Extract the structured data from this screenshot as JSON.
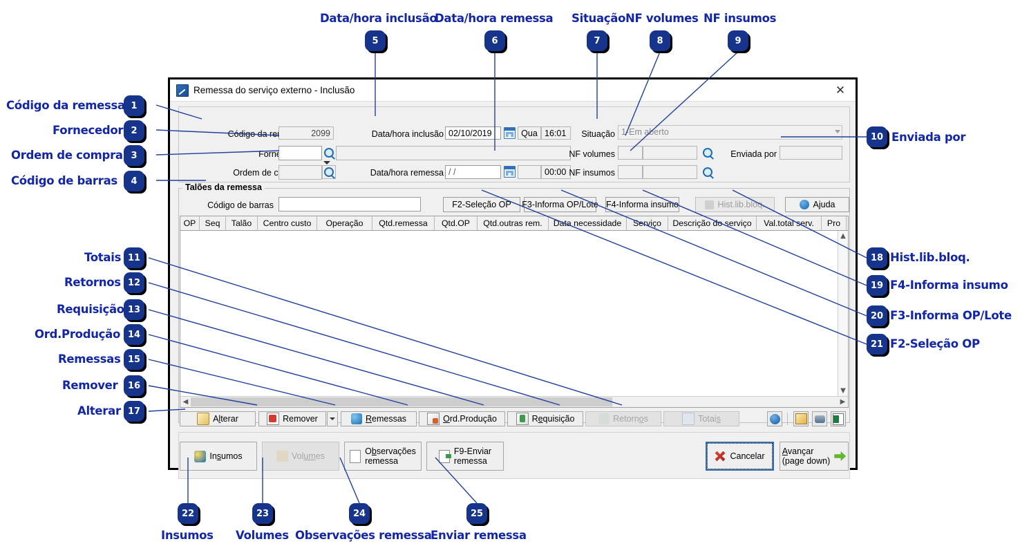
{
  "window": {
    "title": "Remessa do serviço externo - Inclusão",
    "close_label": "✕",
    "icon": "app-icon"
  },
  "form": {
    "codigo_remessa_label": "Código da remessa",
    "codigo_remessa_value": "2099",
    "fornecedor_label": "Fornecedor",
    "fornecedor_value": "",
    "fornecedor_desc_value": "",
    "ordem_compra_label": "Ordem de compra",
    "ordem_compra_value": "",
    "data_inclusao_label": "Data/hora inclusão",
    "data_inclusao_value": "02/10/2019",
    "data_inclusao_dow": "Qua",
    "data_inclusao_time": "16:01",
    "data_remessa_label": "Data/hora remessa",
    "data_remessa_value": "/  /",
    "data_remessa_dow": "",
    "data_remessa_time": "00:00",
    "situacao_label": "Situação",
    "situacao_value": "1-Em aberto",
    "nf_volumes_label": "NF volumes",
    "nf_volumes_num": "",
    "nf_volumes_value": "",
    "nf_insumos_label": "NF insumos",
    "nf_insumos_num": "",
    "nf_insumos_value": "",
    "enviada_por_label": "Enviada por",
    "enviada_por_value": ""
  },
  "group": {
    "title": "Talões da remessa",
    "codigo_barras_label": "Código de barras",
    "codigo_barras_value": "",
    "buttons": [
      {
        "label": "F2-Seleção OP",
        "disabled": false
      },
      {
        "label": "F3-Informa OP/Lote",
        "disabled": false
      },
      {
        "label": "F4-Informa insumo",
        "disabled": false
      },
      {
        "label": "Hist.lib.bloq.",
        "disabled": true
      },
      {
        "label": "Ajuda",
        "disabled": false
      }
    ]
  },
  "table": {
    "columns": [
      {
        "label": "OP",
        "width": 28
      },
      {
        "label": "Seq",
        "width": 38
      },
      {
        "label": "Talão",
        "width": 46
      },
      {
        "label": "Centro custo",
        "width": 86
      },
      {
        "label": "Operação",
        "width": 80
      },
      {
        "label": "Qtd.remessa",
        "width": 90
      },
      {
        "label": "Qtd.OP",
        "width": 62
      },
      {
        "label": "Qtd.outras rem.",
        "width": 103
      },
      {
        "label": "Data necessidade",
        "width": 113
      },
      {
        "label": "Serviço",
        "width": 60
      },
      {
        "label": "Descrição do serviço",
        "width": 128
      },
      {
        "label": "Val.total serv.",
        "width": 94
      },
      {
        "label": "Pro",
        "width": 36
      }
    ],
    "rows": []
  },
  "toolbar": {
    "buttons": [
      {
        "label": "Alterar",
        "accel_index": 1,
        "icon": "edit-icon",
        "disabled": false
      },
      {
        "label": "Remover",
        "accel_index": -1,
        "icon": "delete-icon",
        "disabled": false,
        "has_dropdown": true
      },
      {
        "label": "Remessas",
        "accel_index": 0,
        "icon": "shipments-icon",
        "disabled": false
      },
      {
        "label": "Ord.Produção",
        "accel_index": 0,
        "icon": "production-order-icon",
        "disabled": false
      },
      {
        "label": "Requisição",
        "accel_index": 1,
        "icon": "requisition-icon",
        "disabled": false
      },
      {
        "label": "Retornos",
        "accel_index": 6,
        "icon": "returns-icon",
        "disabled": true
      },
      {
        "label": "Totais",
        "accel_index": 5,
        "icon": "totals-icon",
        "disabled": true
      }
    ],
    "icon_buttons": [
      {
        "name": "info-icon"
      },
      {
        "name": "notes-icon"
      },
      {
        "name": "binoculars-icon"
      },
      {
        "name": "excel-icon"
      }
    ]
  },
  "actions": {
    "insumos": {
      "label": "Insumos",
      "icon": "supplies-icon",
      "disabled": false
    },
    "volumes": {
      "label": "Volumes",
      "icon": "volumes-icon",
      "disabled": true
    },
    "observacoes": {
      "line1": "Observações",
      "line2": "remessa",
      "icon": "notepad-icon",
      "disabled": false
    },
    "enviar": {
      "line1": "F9-Enviar",
      "line2": "remessa",
      "icon": "send-icon",
      "disabled": false
    },
    "cancelar": {
      "label": "Cancelar",
      "icon": "cancel-icon",
      "focused": true
    },
    "avancar": {
      "line1": "Avançar",
      "line2": "(page down)",
      "icon": "arrow-right-icon"
    }
  },
  "annotations": {
    "accent": "#1226a6",
    "badge_bg": "#16348c",
    "items": [
      {
        "n": "1",
        "text": "Código da remessa"
      },
      {
        "n": "2",
        "text": "Fornecedor"
      },
      {
        "n": "3",
        "text": "Ordem de compra"
      },
      {
        "n": "4",
        "text": "Código de barras"
      },
      {
        "n": "5",
        "text": "Data/hora inclusão"
      },
      {
        "n": "6",
        "text": "Data/hora remessa"
      },
      {
        "n": "7",
        "text": "Situação"
      },
      {
        "n": "8",
        "text": "NF volumes"
      },
      {
        "n": "9",
        "text": "NF insumos"
      },
      {
        "n": "10",
        "text": "Enviada por"
      },
      {
        "n": "11",
        "text": "Totais"
      },
      {
        "n": "12",
        "text": "Retornos"
      },
      {
        "n": "13",
        "text": "Requisição"
      },
      {
        "n": "14",
        "text": "Ord.Produção"
      },
      {
        "n": "15",
        "text": "Remessas"
      },
      {
        "n": "16",
        "text": "Remover"
      },
      {
        "n": "17",
        "text": "Alterar"
      },
      {
        "n": "18",
        "text": "Hist.lib.bloq."
      },
      {
        "n": "19",
        "text": "F4-Informa insumo"
      },
      {
        "n": "20",
        "text": "F3-Informa OP/Lote"
      },
      {
        "n": "21",
        "text": "F2-Seleção OP"
      },
      {
        "n": "22",
        "text": "Insumos"
      },
      {
        "n": "23",
        "text": "Volumes"
      },
      {
        "n": "24",
        "text": "Observações remessa"
      },
      {
        "n": "25",
        "text": "Enviar remessa"
      }
    ]
  }
}
